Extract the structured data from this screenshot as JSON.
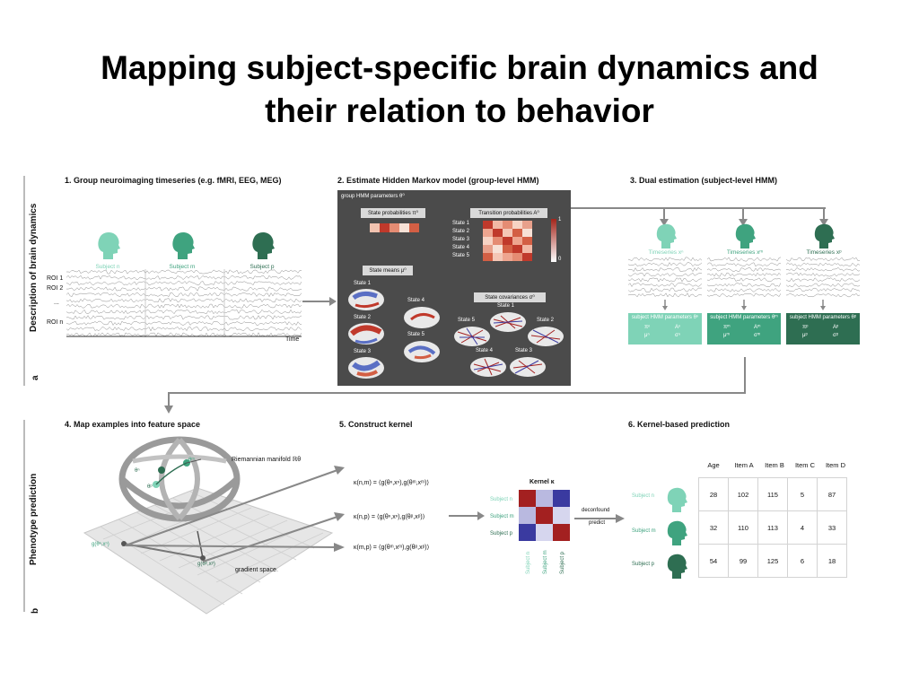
{
  "title_line1": "Mapping subject-specific brain dynamics and",
  "title_line2": "their relation to behavior",
  "panel_a": {
    "side_label": "Description of brain dynamics",
    "letter": "a",
    "s1_title": "1.   Group neuroimaging timeseries (e.g. fMRI, EEG, MEG)",
    "s2_title": "2.   Estimate Hidden Markov model (group-level HMM)",
    "s3_title": "3.   Dual estimation (subject-level HMM)",
    "subject_n": "Subject n",
    "subject_m": "Subject m",
    "subject_p": "Subject p",
    "roi1": "ROI 1",
    "roi2": "ROI 2",
    "roi_dots": "...",
    "roin": "ROI n",
    "time": "Time",
    "group_params": "group HMM parameters θ⁰",
    "state_probs": "State probabilities π⁰",
    "trans_probs": "Transition probabilities A⁰",
    "state_means": "State means μ⁰",
    "state_covs": "State covariances σ⁰",
    "scale_max": "1",
    "scale_min": "0",
    "states": [
      "State 1",
      "State 2",
      "State 3",
      "State 4",
      "State 5"
    ],
    "ts_n": "Timeseries xⁿ",
    "ts_m": "Timeseries xᵐ",
    "ts_p": "Timeseries xᵖ",
    "subj_params_n": "subject HMM parameters θⁿ",
    "subj_params_m": "subject HMM parameters θᵐ",
    "subj_params_p": "subject HMM parameters θᵖ",
    "pi_n": "πⁿ",
    "A_n": "Aⁿ",
    "mu_n": "μⁿ",
    "sig_n": "σⁿ",
    "pi_m": "πᵐ",
    "A_m": "Aᵐ",
    "mu_m": "μᵐ",
    "sig_m": "σᵐ",
    "pi_p": "πᵖ",
    "A_p": "Aᵖ",
    "mu_p": "μᵖ",
    "sig_p": "σᵖ"
  },
  "panel_b": {
    "side_label": "Phenotype prediction",
    "letter": "b",
    "s4_title": "4.   Map examples into feature space",
    "s5_title": "5.   Construct kernel",
    "s6_title": "6.   Kernel-based prediction",
    "manifold": "Riemannian manifold ℝθ",
    "gradient_space": "gradient space",
    "g_n": "g(θⁿ,xⁿ)",
    "g_p": "g(θᵖ,xᵖ)",
    "theta_n": "θⁿ",
    "theta_m": "θᵐ",
    "theta_p": "θᵖ",
    "k_nm": "κ(n,m) = ⟨g(θⁿ,xⁿ),g(θᵐ,xᵐ)⟩",
    "k_np": "κ(n,p) = ⟨g(θⁿ,xⁿ),g(θᵖ,xᵖ)⟩",
    "k_mp": "κ(m,p) = ⟨g(θᵐ,xᵐ),g(θᵖ,xᵖ)⟩",
    "kernel_title": "Kernel κ",
    "deconfound": "deconfound",
    "predict": "predict",
    "table_headers": [
      "Age",
      "Item A",
      "Item B",
      "Item C",
      "Item D"
    ],
    "table_rows": [
      [
        "28",
        "102",
        "115",
        "5",
        "87"
      ],
      [
        "32",
        "110",
        "113",
        "4",
        "33"
      ],
      [
        "54",
        "99",
        "125",
        "6",
        "18"
      ]
    ]
  },
  "colors": {
    "subject_n": "#7fd3b7",
    "subject_m": "#3fa37f",
    "subject_p": "#2e6e52",
    "hmm_panel": "#4b4b4b",
    "kernel_red": "#a32020",
    "kernel_blue": "#3a3aa0"
  }
}
